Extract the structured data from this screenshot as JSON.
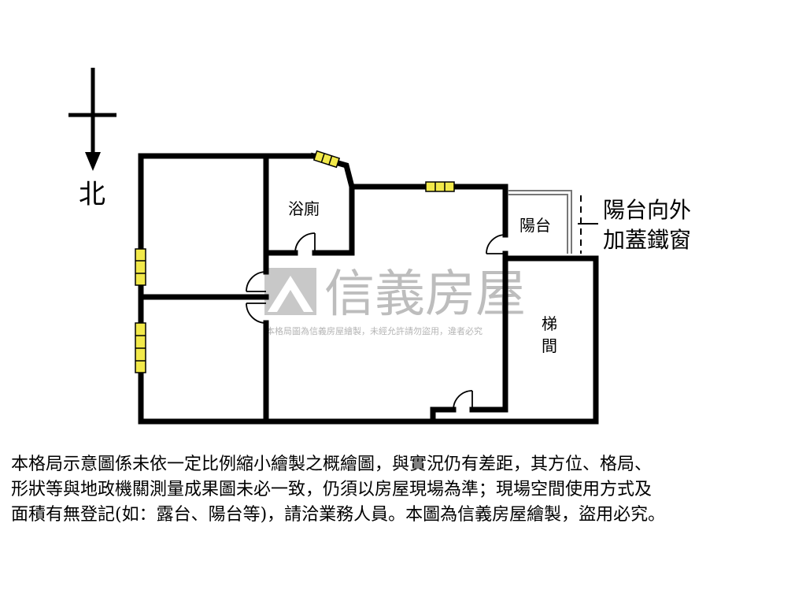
{
  "compass": {
    "north": "北"
  },
  "rooms": {
    "bathroom": "浴廁",
    "balcony": "陽台",
    "stairwell_line1": "梯",
    "stairwell_line2": "間"
  },
  "balcony_note": {
    "line1": "陽台向外",
    "line2": "加蓋鐵窗"
  },
  "watermark": {
    "brand": "信義房屋",
    "subtext": "本格局圖為信義房屋繪製，未經允許請勿盜用，違者必究"
  },
  "disclaimer": {
    "lines": [
      "本格局示意圖係未依一定比例縮小繪製之概繪圖，與實況仍有差距，其方位、格局、",
      "形狀等與地政機關測量成果圖未必一致，仍須以房屋現場為準；現場空間使用方式及",
      "面積有無登記(如：露台、陽台等)，請洽業務人員。本圖為信義房屋繪製，盜用必究。"
    ]
  },
  "colors": {
    "wall": "#000000",
    "window": "#f2e94a",
    "watermark": "#bdbdbd"
  }
}
